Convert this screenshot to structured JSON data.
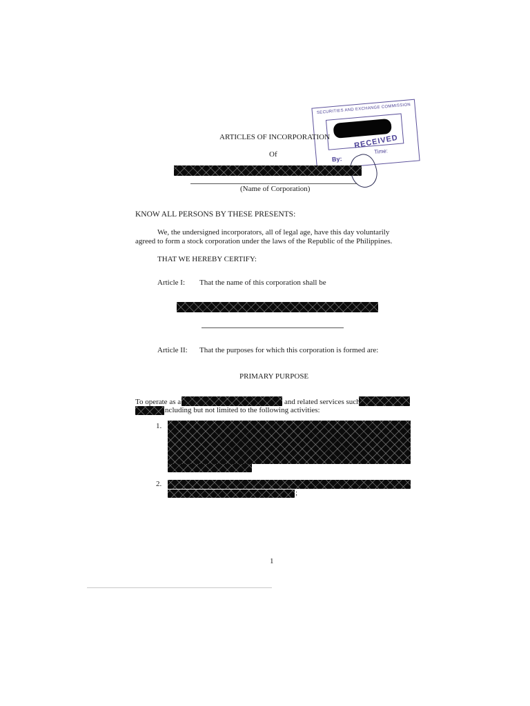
{
  "header": {
    "title": "ARTICLES OF INCORPORATION",
    "of": "Of",
    "name_caption": "(Name of Corporation)"
  },
  "stamp": {
    "agency": "SECURITIES AND EXCHANGE COMMISSION",
    "received": "RECEIVED",
    "by": "By:",
    "time": "Time:"
  },
  "body": {
    "know_all": "KNOW ALL PERSONS BY THESE PRESENTS:",
    "para1_line1": "We, the undersigned incorporators, all of legal age, have this day voluntarily",
    "para1_line2": "agreed to form a stock corporation under the laws of the Republic of the Philippines.",
    "certify": "THAT WE HEREBY CERTIFY:",
    "article1_label": "Article I:",
    "article1_text": "That the name of this corporation shall be",
    "article2_label": "Article II:",
    "article2_text": "That the purposes for which this corporation is formed are:",
    "primary_purpose": "PRIMARY PURPOSE",
    "operate_a": "To operate as a",
    "operate_b": "and related services such",
    "including": "including but not limited to the following activities:",
    "item1_num": "1.",
    "item2_num": "2.",
    "item2_end": ";"
  },
  "footer": {
    "page_number": "1"
  }
}
